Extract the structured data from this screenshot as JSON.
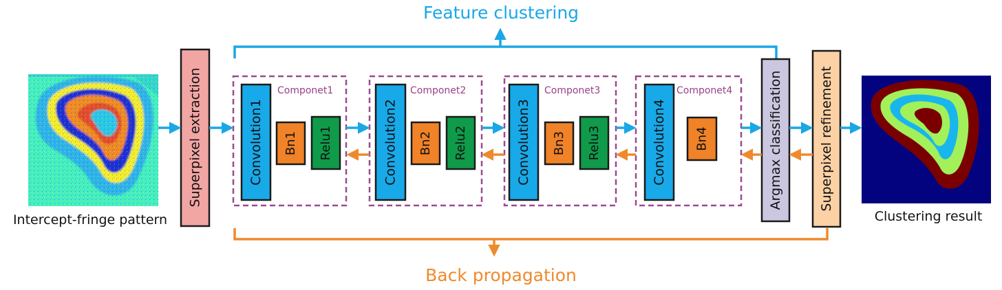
{
  "title_top": "Feature clustering",
  "title_bottom": "Back propagation",
  "input_label": "Intercept-fringe pattern",
  "output_label": "Clustering result",
  "superpixel_extraction": "Superpixel extraction",
  "argmax_classification": "Argmax classification",
  "superpixel_refinement": "Superpixel refinement",
  "components": [
    {
      "name": "Componet1",
      "conv": "Convolution1",
      "bn": "Bn1",
      "relu": "Relu1"
    },
    {
      "name": "Componet2",
      "conv": "Convolution2",
      "bn": "Bn2",
      "relu": "Relu2"
    },
    {
      "name": "Componet3",
      "conv": "Convolution3",
      "bn": "Bn3",
      "relu": "Relu3"
    },
    {
      "name": "Componet4",
      "conv": "Convolution4",
      "bn": "Bn4",
      "relu": null
    }
  ],
  "colors": {
    "forward": "#1aa7e6",
    "backward": "#ef8a2c",
    "component_border": "#9a4a8f",
    "component_label": "#9a3f86",
    "conv_fill": "#18a9e9",
    "bn_fill": "#f08228",
    "relu_fill": "#0f9b4a",
    "extraction_fill": "#f2a6a4",
    "argmax_fill": "#cbc7e0",
    "refinement_fill": "#fbd1a5"
  }
}
